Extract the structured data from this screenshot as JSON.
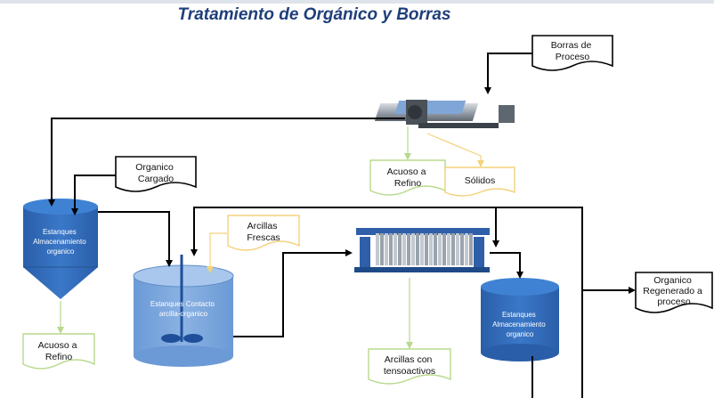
{
  "title": "Tratamiento de Orgánico y Borras",
  "documents": {
    "borras": [
      "Borras de",
      "Proceso"
    ],
    "organico_cargado": [
      "Organico",
      "Cargado"
    ],
    "acuoso_refino_top": [
      "Acuoso a",
      "Refino"
    ],
    "solidos": [
      "Sólidos"
    ],
    "arcillas_frescas": [
      "Arcillas",
      "Frescas"
    ],
    "acuoso_refino_bottom": [
      "Acuoso a",
      "Refino"
    ],
    "arcillas_tensoactivos": [
      "Arcillas con",
      "tensoactivos"
    ],
    "organico_regenerado": [
      "Organico",
      "Regenerado a",
      "proceso"
    ]
  },
  "tanks": {
    "storage_left": [
      "Estanques",
      "Almacenamiento",
      "organico"
    ],
    "contact": [
      "Estanques Contacto",
      "arcilla-organico"
    ],
    "storage_right": [
      "Estanques",
      "Almacenamiento",
      "organico"
    ]
  },
  "colors": {
    "title": "#1f3f7a",
    "tank_fill": "#2f6bbf",
    "tank_top": "#3d7fd0",
    "contact_fill": "#5b8fd0",
    "flow_line": "#000000",
    "aqueous_line": "#b9d98c",
    "solids_line": "#f3d27a"
  },
  "icons": {
    "centrifuge": "decanter-centrifuge-icon",
    "filter_press": "filter-press-icon",
    "agitator": "agitator-icon"
  }
}
